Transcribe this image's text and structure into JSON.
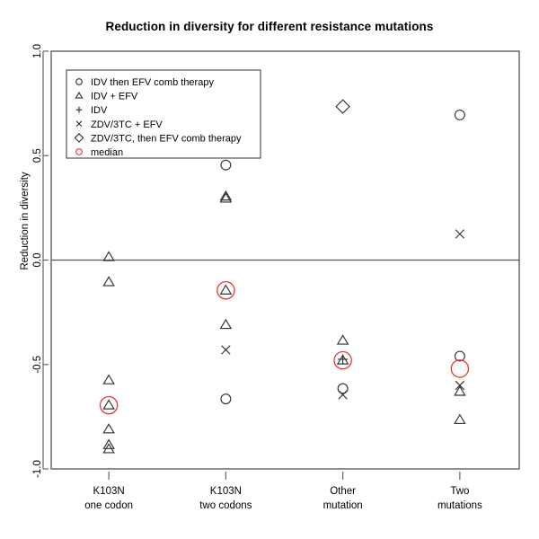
{
  "chart_data": {
    "type": "scatter",
    "title": "Reduction in diversity for different resistance mutations",
    "xlabel": "",
    "ylabel": "Reduction in diversity",
    "ylim": [
      -1.0,
      1.0
    ],
    "yticks": [
      -1.0,
      -0.5,
      0.0,
      0.5,
      1.0
    ],
    "ytick_labels": [
      "-1.0",
      "-0.5",
      "0.0",
      "0.5",
      "1.0"
    ],
    "grid": false,
    "hline_at": 0.0,
    "legend_position": "top-left",
    "categories": [
      {
        "line1": "K103N",
        "line2": "one codon"
      },
      {
        "line1": "K103N",
        "line2": "two codons"
      },
      {
        "line1": "Other",
        "line2": "mutation"
      },
      {
        "line1": "Two",
        "line2": "mutations"
      }
    ],
    "series": [
      {
        "name": "IDV then EFV comb therapy",
        "marker": "circle",
        "color": "#333333",
        "points": [
          {
            "category": 1,
            "value": 0.455
          },
          {
            "category": 1,
            "value": -0.665
          },
          {
            "category": 2,
            "value": -0.615
          },
          {
            "category": 3,
            "value": 0.695
          },
          {
            "category": 3,
            "value": -0.46
          }
        ]
      },
      {
        "name": "IDV + EFV",
        "marker": "triangle",
        "color": "#333333",
        "points": [
          {
            "category": 0,
            "value": 0.015
          },
          {
            "category": 0,
            "value": -0.105
          },
          {
            "category": 0,
            "value": -0.575
          },
          {
            "category": 0,
            "value": -0.695
          },
          {
            "category": 0,
            "value": -0.81
          },
          {
            "category": 0,
            "value": -0.885
          },
          {
            "category": 0,
            "value": -0.905
          },
          {
            "category": 1,
            "value": 0.295
          },
          {
            "category": 1,
            "value": 0.305
          },
          {
            "category": 1,
            "value": -0.145
          },
          {
            "category": 1,
            "value": -0.31
          },
          {
            "category": 2,
            "value": -0.385
          },
          {
            "category": 2,
            "value": -0.48
          },
          {
            "category": 3,
            "value": -0.63
          },
          {
            "category": 3,
            "value": -0.765
          }
        ]
      },
      {
        "name": "IDV",
        "marker": "plus",
        "color": "#333333",
        "points": [
          {
            "category": 2,
            "value": -0.475
          }
        ]
      },
      {
        "name": "ZDV/3TC + EFV",
        "marker": "cross",
        "color": "#333333",
        "points": [
          {
            "category": 1,
            "value": -0.43
          },
          {
            "category": 2,
            "value": -0.645
          },
          {
            "category": 3,
            "value": 0.125
          },
          {
            "category": 3,
            "value": -0.6
          }
        ]
      },
      {
        "name": "ZDV/3TC, then EFV comb therapy",
        "marker": "diamond",
        "color": "#333333",
        "points": [
          {
            "category": 2,
            "value": 0.735
          }
        ]
      },
      {
        "name": "median",
        "marker": "circle-large",
        "color": "#ee3333",
        "points": [
          {
            "category": 0,
            "value": -0.695
          },
          {
            "category": 1,
            "value": -0.145
          },
          {
            "category": 2,
            "value": -0.48
          },
          {
            "category": 3,
            "value": -0.52
          }
        ]
      }
    ]
  },
  "legend": {
    "items": [
      {
        "label": "IDV then EFV comb therapy",
        "marker": "circle",
        "color": "#333333"
      },
      {
        "label": "IDV + EFV",
        "marker": "triangle",
        "color": "#333333"
      },
      {
        "label": "IDV",
        "marker": "plus",
        "color": "#333333"
      },
      {
        "label": "ZDV/3TC + EFV",
        "marker": "cross",
        "color": "#333333"
      },
      {
        "label": "ZDV/3TC, then EFV comb therapy",
        "marker": "diamond",
        "color": "#333333"
      },
      {
        "label": "median",
        "marker": "circle",
        "color": "#ee3333"
      }
    ]
  },
  "colors": {
    "marker": "#333333",
    "median": "#ee3333",
    "axis": "#666666",
    "frame": "#555555"
  }
}
